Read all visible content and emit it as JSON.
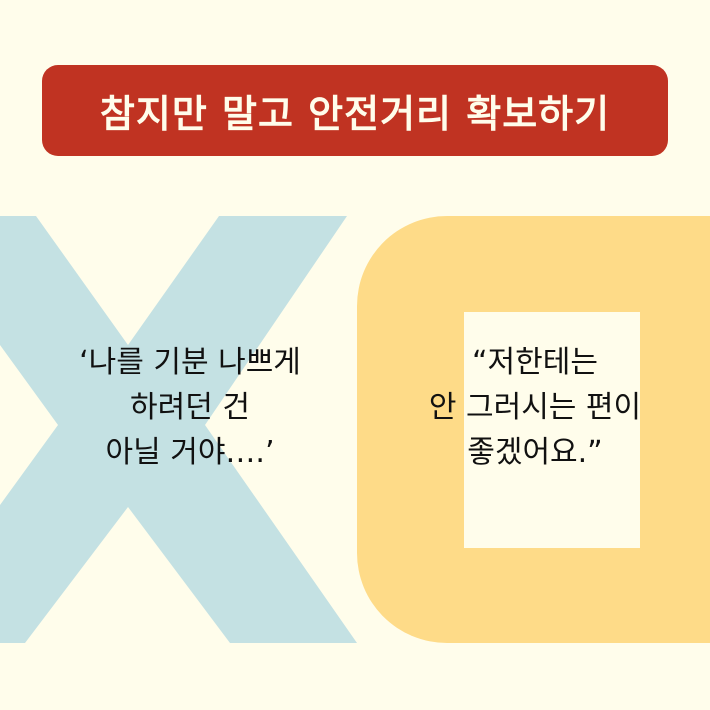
{
  "title": "참지만 말고 안전거리 확보하기",
  "colors": {
    "background": "#fffdeb",
    "banner": "#c03322",
    "x_shape": "#c4e1e3",
    "o_shape": "#fedb88",
    "text": "#111111"
  },
  "x_panel": {
    "symbol": "X",
    "quote_lines": [
      "‘나를 기분 나쁘게",
      "하려던 건",
      "아닐 거야….’"
    ]
  },
  "o_panel": {
    "symbol": "O",
    "quote_lines": [
      "“저한테는",
      "안 그러시는 편이",
      "좋겠어요.”"
    ]
  }
}
